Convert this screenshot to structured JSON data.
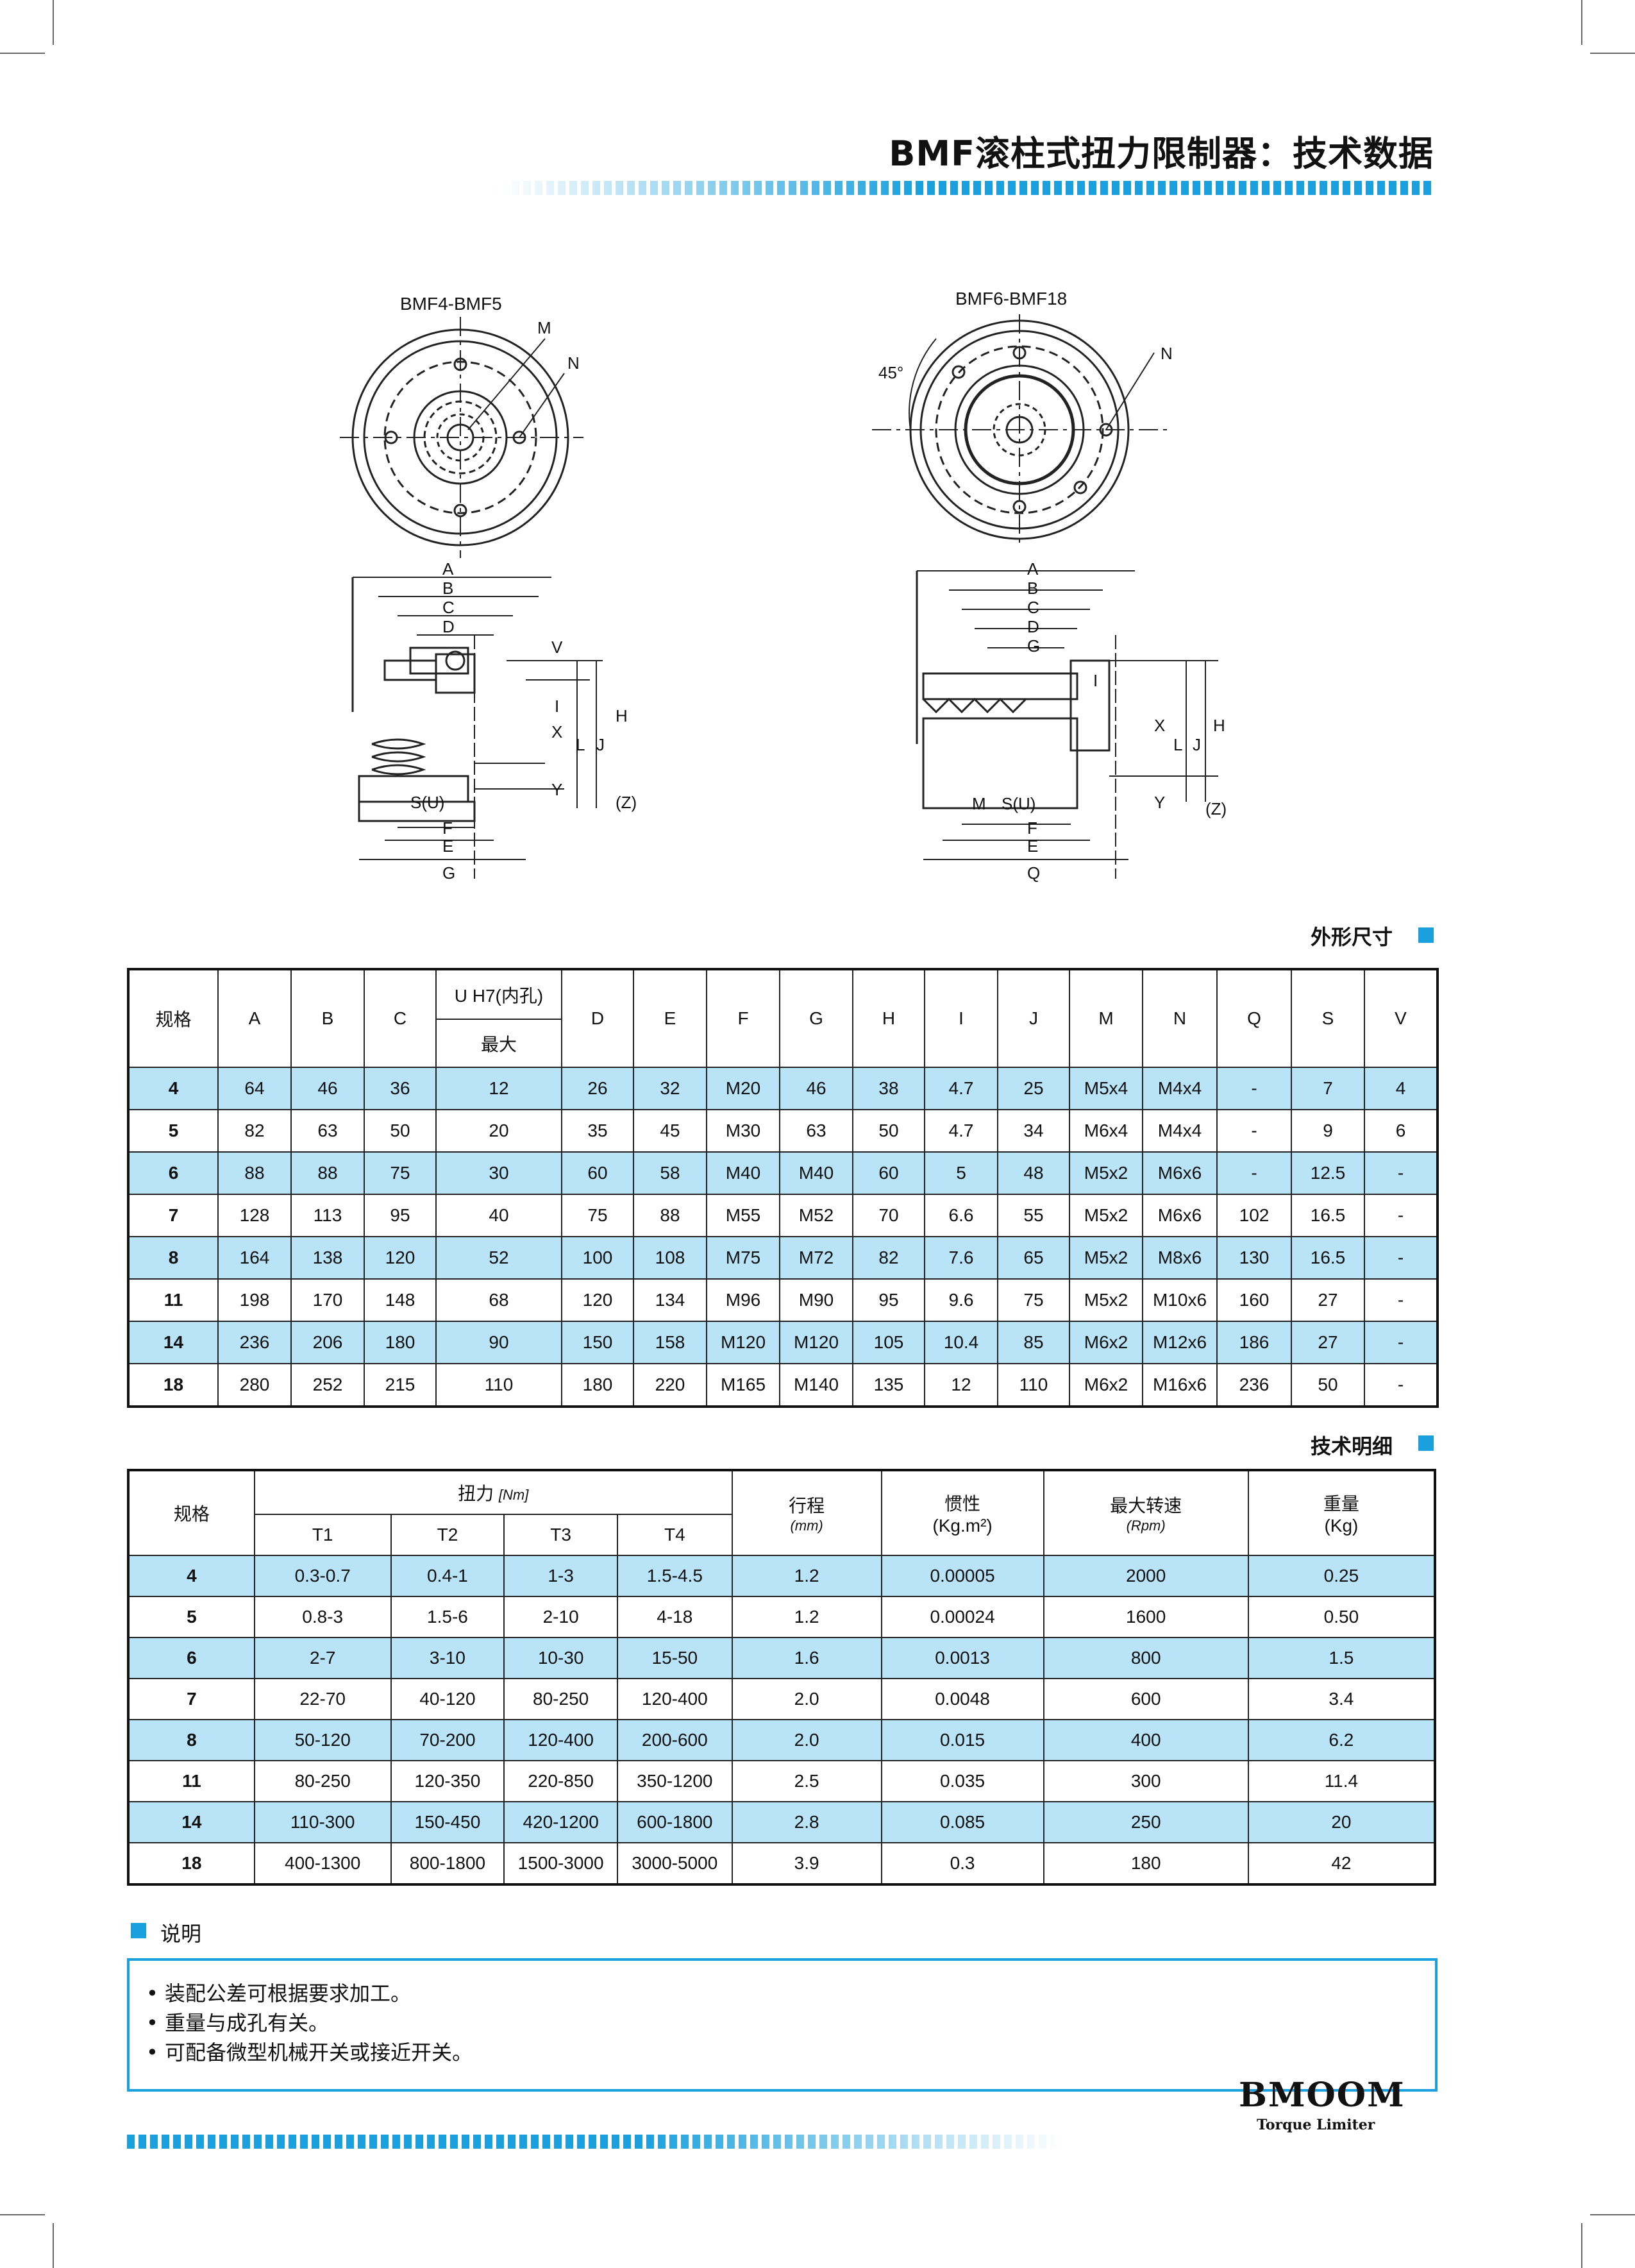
{
  "header": {
    "title": "BMF滚柱式扭力限制器：技术数据"
  },
  "drawings": {
    "left_title": "BMF4-BMF5",
    "right_title": "BMF6-BMF18",
    "left_dims": [
      "A",
      "B",
      "C",
      "D",
      "V",
      "I",
      "X",
      "L",
      "J",
      "H",
      "Y",
      "(Z)",
      "S(U)",
      "F",
      "E",
      "G",
      "M",
      "N"
    ],
    "right_dims": [
      "A",
      "B",
      "C",
      "D",
      "G",
      "I",
      "X",
      "L",
      "J",
      "H",
      "Y",
      "(Z)",
      "M",
      "S(U)",
      "F",
      "E",
      "Q",
      "N",
      "45°"
    ]
  },
  "dimensions": {
    "heading": "外形尺寸",
    "headers": {
      "spec": "规格",
      "A": "A",
      "B": "B",
      "C": "C",
      "bore": "U H7(内孔)",
      "bore_max": "最大",
      "D": "D",
      "E": "E",
      "F": "F",
      "G": "G",
      "H": "H",
      "I": "I",
      "J": "J",
      "M": "M",
      "N": "N",
      "Q": "Q",
      "S": "S",
      "V": "V"
    },
    "rows": [
      [
        "4",
        "64",
        "46",
        "36",
        "12",
        "26",
        "32",
        "M20",
        "46",
        "38",
        "4.7",
        "25",
        "M5x4",
        "M4x4",
        "-",
        "7",
        "4"
      ],
      [
        "5",
        "82",
        "63",
        "50",
        "20",
        "35",
        "45",
        "M30",
        "63",
        "50",
        "4.7",
        "34",
        "M6x4",
        "M4x4",
        "-",
        "9",
        "6"
      ],
      [
        "6",
        "88",
        "88",
        "75",
        "30",
        "60",
        "58",
        "M40",
        "M40",
        "60",
        "5",
        "48",
        "M5x2",
        "M6x6",
        "-",
        "12.5",
        "-"
      ],
      [
        "7",
        "128",
        "113",
        "95",
        "40",
        "75",
        "88",
        "M55",
        "M52",
        "70",
        "6.6",
        "55",
        "M5x2",
        "M6x6",
        "102",
        "16.5",
        "-"
      ],
      [
        "8",
        "164",
        "138",
        "120",
        "52",
        "100",
        "108",
        "M75",
        "M72",
        "82",
        "7.6",
        "65",
        "M5x2",
        "M8x6",
        "130",
        "16.5",
        "-"
      ],
      [
        "11",
        "198",
        "170",
        "148",
        "68",
        "120",
        "134",
        "M96",
        "M90",
        "95",
        "9.6",
        "75",
        "M5x2",
        "M10x6",
        "160",
        "27",
        "-"
      ],
      [
        "14",
        "236",
        "206",
        "180",
        "90",
        "150",
        "158",
        "M120",
        "M120",
        "105",
        "10.4",
        "85",
        "M6x2",
        "M12x6",
        "186",
        "27",
        "-"
      ],
      [
        "18",
        "280",
        "252",
        "215",
        "110",
        "180",
        "220",
        "M165",
        "M140",
        "135",
        "12",
        "110",
        "M6x2",
        "M16x6",
        "236",
        "50",
        "-"
      ]
    ]
  },
  "technical": {
    "heading": "技术明细",
    "headers": {
      "spec": "规格",
      "torque": "扭力",
      "torque_unit": "[Nm]",
      "T1": "T1",
      "T2": "T2",
      "T3": "T3",
      "T4": "T4",
      "stroke": "行程",
      "stroke_unit": "(mm)",
      "inertia": "惯性",
      "inertia_unit": "(Kg.m²)",
      "speed": "最大转速",
      "speed_unit": "(Rpm)",
      "weight": "重量",
      "weight_unit": "(Kg)"
    },
    "rows": [
      [
        "4",
        "0.3-0.7",
        "0.4-1",
        "1-3",
        "1.5-4.5",
        "1.2",
        "0.00005",
        "2000",
        "0.25"
      ],
      [
        "5",
        "0.8-3",
        "1.5-6",
        "2-10",
        "4-18",
        "1.2",
        "0.00024",
        "1600",
        "0.50"
      ],
      [
        "6",
        "2-7",
        "3-10",
        "10-30",
        "15-50",
        "1.6",
        "0.0013",
        "800",
        "1.5"
      ],
      [
        "7",
        "22-70",
        "40-120",
        "80-250",
        "120-400",
        "2.0",
        "0.0048",
        "600",
        "3.4"
      ],
      [
        "8",
        "50-120",
        "70-200",
        "120-400",
        "200-600",
        "2.0",
        "0.015",
        "400",
        "6.2"
      ],
      [
        "11",
        "80-250",
        "120-350",
        "220-850",
        "350-1200",
        "2.5",
        "0.035",
        "300",
        "11.4"
      ],
      [
        "14",
        "110-300",
        "150-450",
        "420-1200",
        "600-1800",
        "2.8",
        "0.085",
        "250",
        "20"
      ],
      [
        "18",
        "400-1300",
        "800-1800",
        "1500-3000",
        "3000-5000",
        "3.9",
        "0.3",
        "180",
        "42"
      ]
    ]
  },
  "notes": {
    "heading": "说明",
    "items": [
      "• 装配公差可根据要求加工。",
      "• 重量与成孔有关。",
      "• 可配备微型机械开关或接近开关。"
    ]
  },
  "brand": {
    "name": "BMOOM",
    "tagline": "Torque Limiter"
  },
  "colors": {
    "accent": "#1aa0dc",
    "row_highlight": "#b9e3f6"
  }
}
